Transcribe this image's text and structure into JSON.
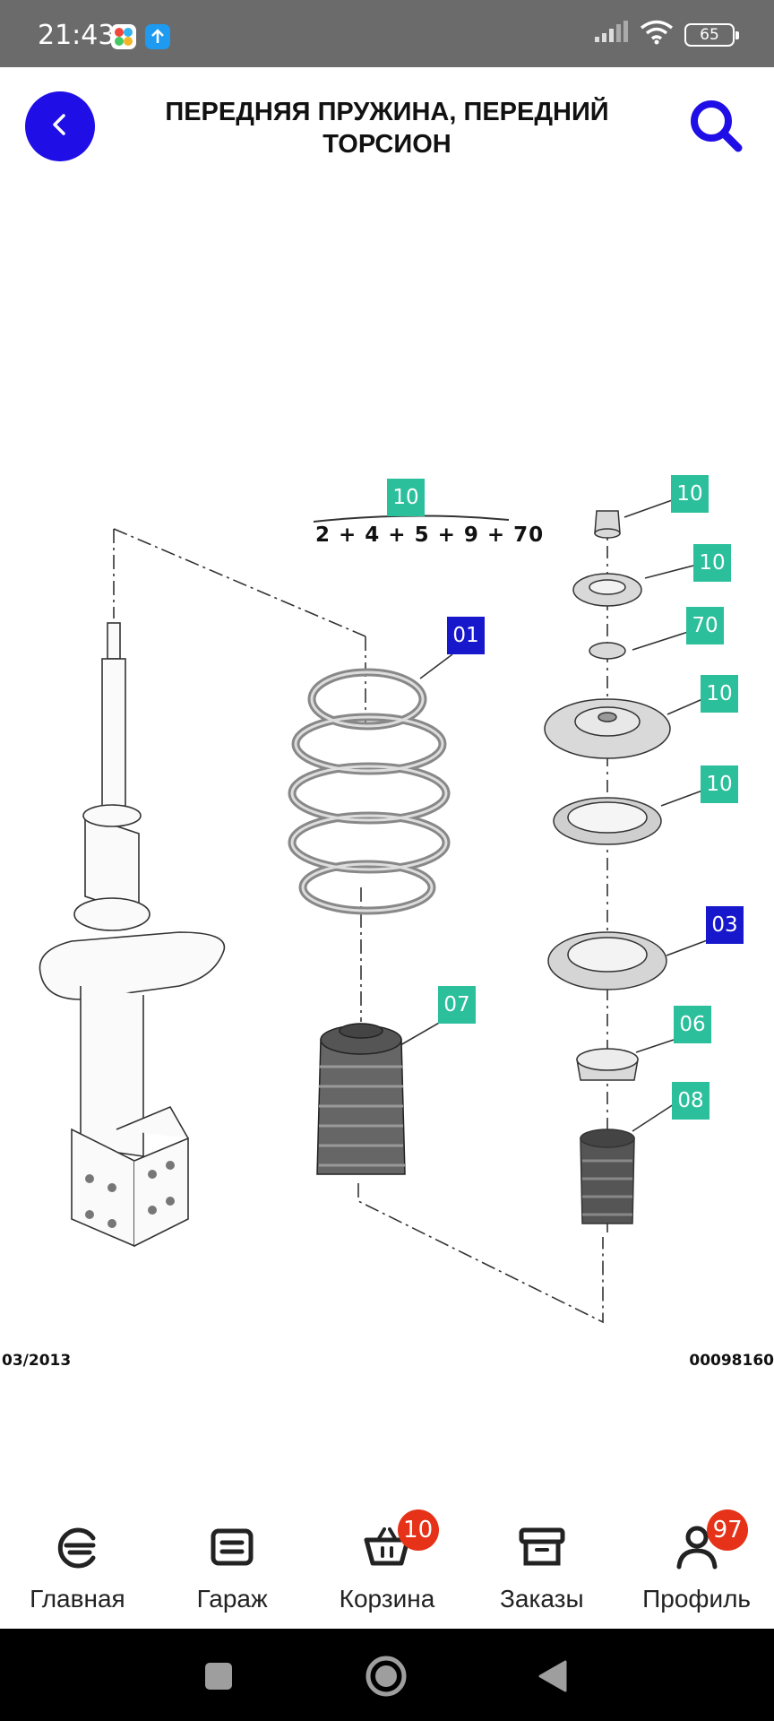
{
  "status_bar": {
    "time": "21:43",
    "battery": "65",
    "icons": [
      "app-icon-multicolor",
      "app-icon-upload",
      "signal-icon",
      "wifi-icon",
      "battery-icon"
    ]
  },
  "header": {
    "title": "ПЕРЕДНЯЯ ПРУЖИНА, ПЕРЕДНИЙ ТОРСИОН",
    "back_icon": "chevron-left-icon",
    "search_icon": "search-icon",
    "accent_color": "#1f0ee6"
  },
  "diagram": {
    "formula_count": "10",
    "formula": "2 + 4 + 5 + 9 + 70",
    "date_code": "03/2013",
    "reference_number": "00098160",
    "callouts": {
      "spring": "01",
      "boot": "07",
      "nut": "10",
      "washer_top": "10",
      "washer_small": "70",
      "upper_mount": "10",
      "bearing": "10",
      "lower_seat": "03",
      "cup": "06",
      "bump_stop": "08"
    },
    "colors": {
      "teal_callout": "#2cbf9c",
      "blue_callout": "#1717cc"
    }
  },
  "bottom_nav": {
    "items": [
      {
        "label": "Главная",
        "icon": "home-logo-icon"
      },
      {
        "label": "Гараж",
        "icon": "garage-icon"
      },
      {
        "label": "Корзина",
        "icon": "basket-icon",
        "badge": "10"
      },
      {
        "label": "Заказы",
        "icon": "orders-box-icon"
      },
      {
        "label": "Профиль",
        "icon": "profile-icon",
        "badge": "97"
      }
    ]
  },
  "system_nav": {
    "icons": [
      "recents-square-icon",
      "home-circle-icon",
      "back-triangle-icon"
    ]
  }
}
